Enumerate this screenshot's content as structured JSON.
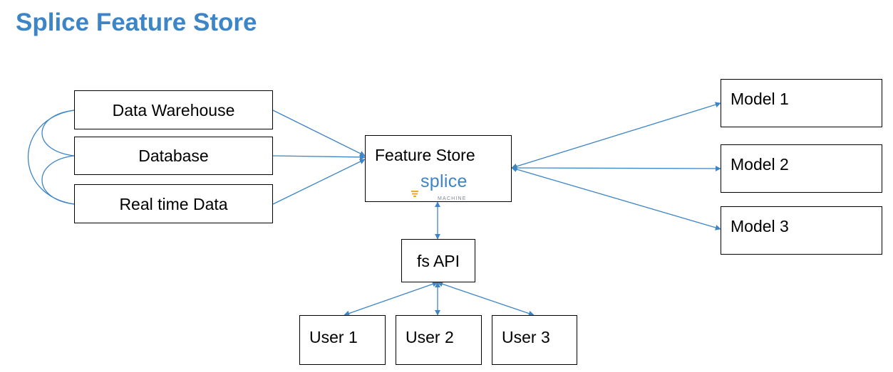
{
  "title": "Splice Feature Store",
  "colors": {
    "title": "#3d85c6",
    "arrow": "#3d85c6",
    "box_border": "#000000",
    "logo_mark": "#f1a91d",
    "logo_sub": "#7a8794"
  },
  "sources": [
    "Data Warehouse",
    "Database",
    "Real time Data"
  ],
  "feature_store": {
    "label": "Feature Store",
    "logo_word": "splice",
    "logo_sub": "MACHINE"
  },
  "api": {
    "label": "fs API"
  },
  "models": [
    "Model 1",
    "Model 2",
    "Model 3"
  ],
  "users": [
    "User 1",
    "User 2",
    "User 3"
  ]
}
